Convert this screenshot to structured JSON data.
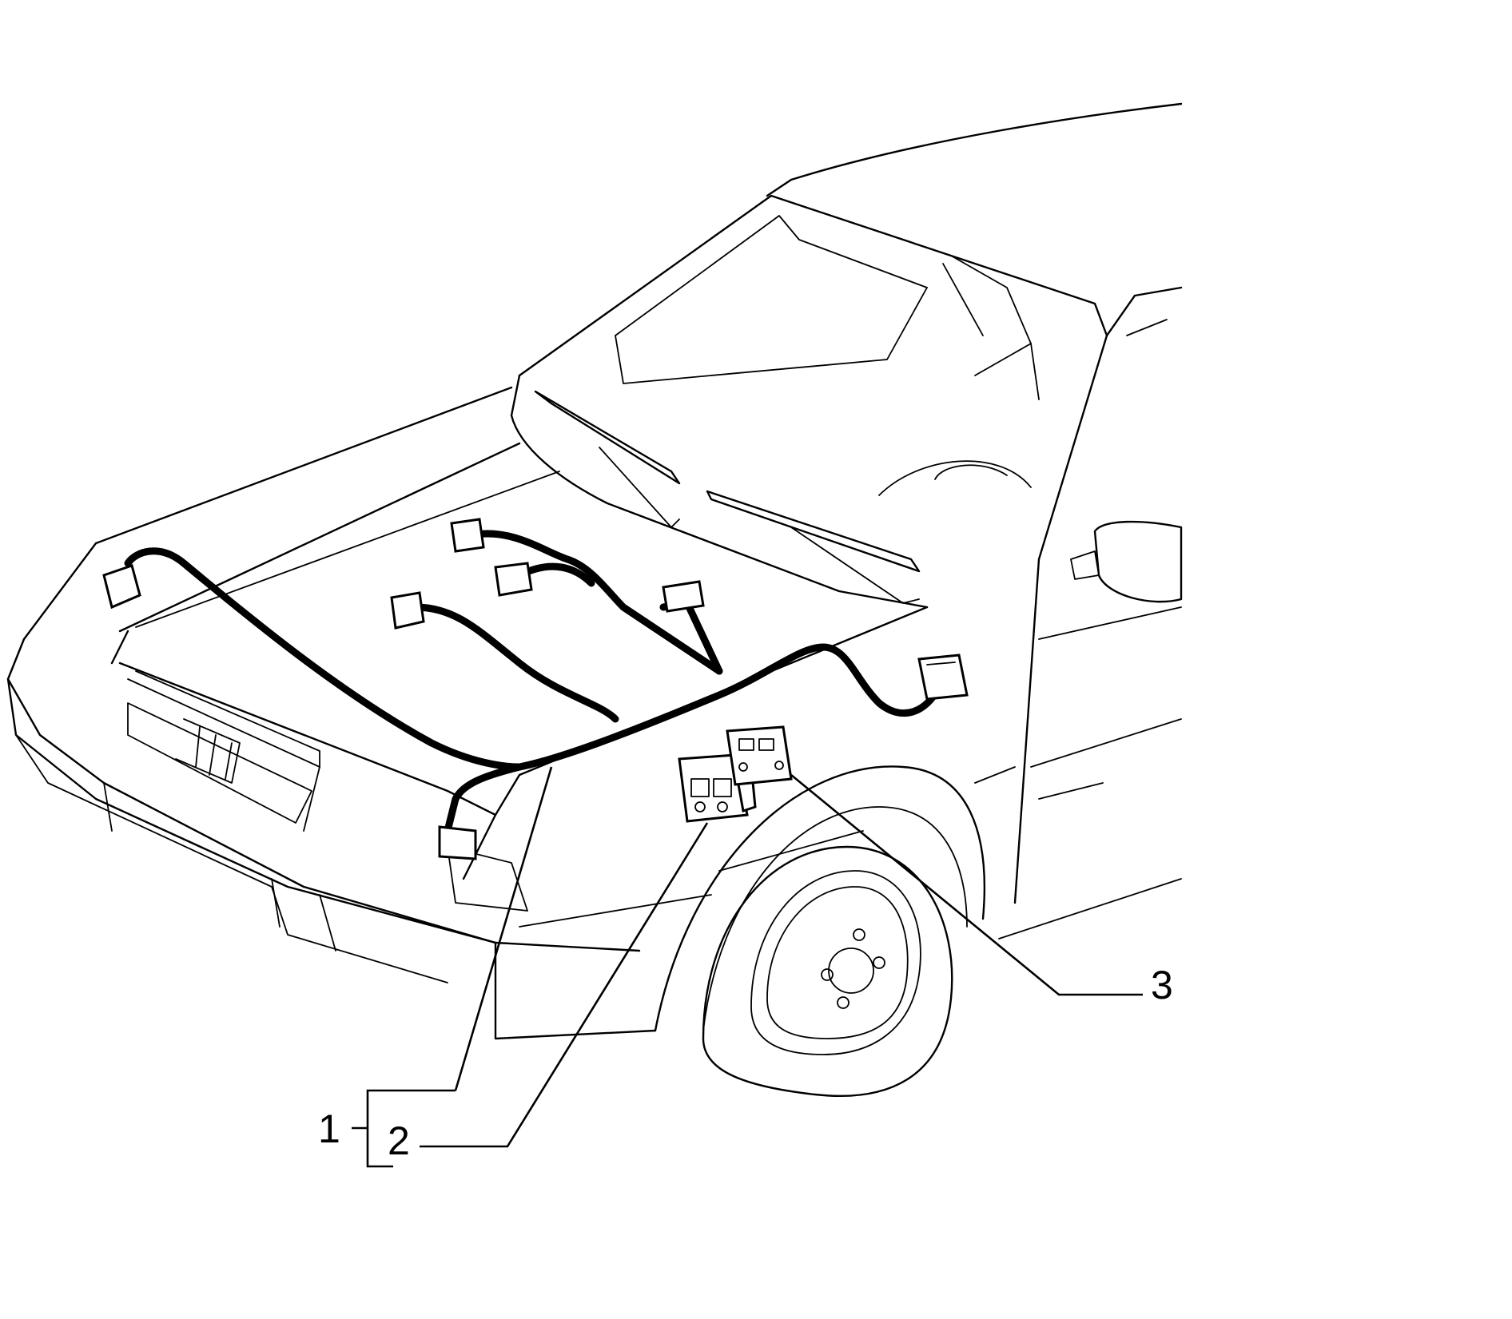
{
  "callouts": [
    {
      "id": "1",
      "label": "1"
    },
    {
      "id": "2",
      "label": "2"
    },
    {
      "id": "3",
      "label": "3"
    }
  ],
  "colors": {
    "background": "#ffffff",
    "line": "#000000"
  }
}
